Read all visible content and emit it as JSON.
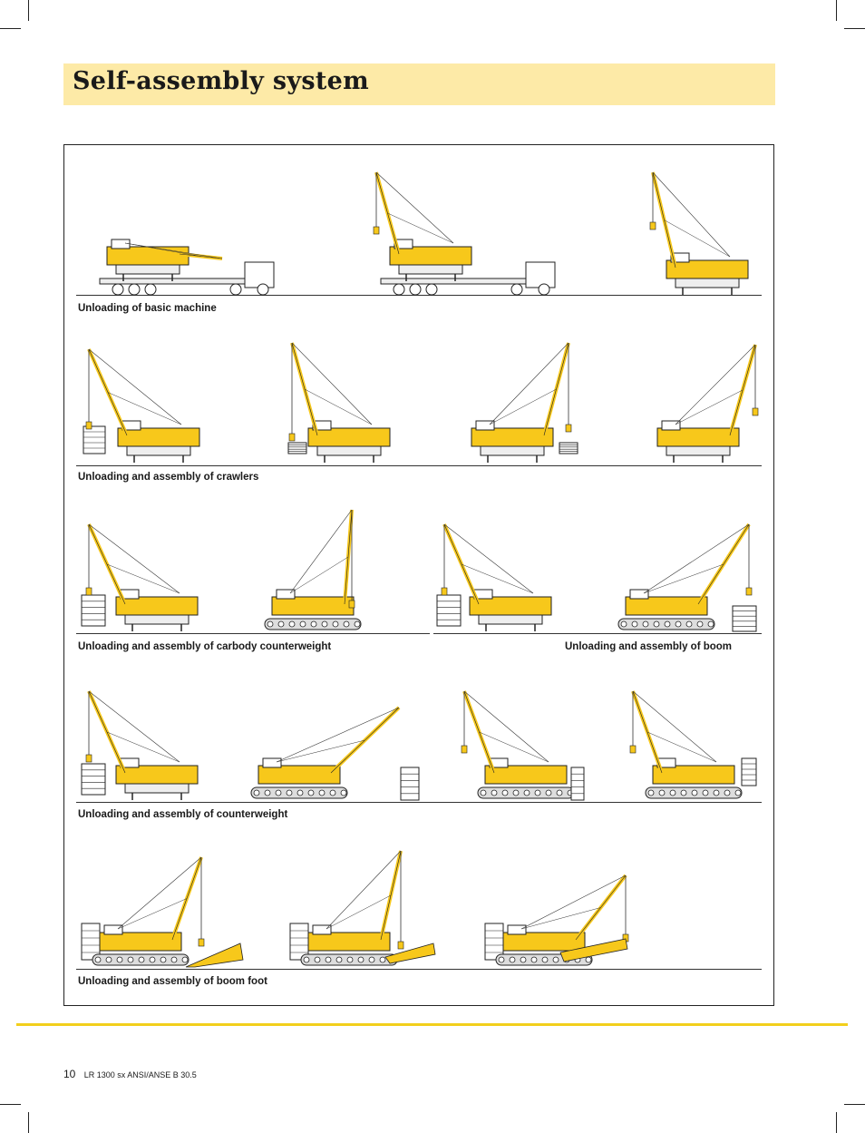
{
  "page": {
    "title": "Self-assembly system",
    "page_number": "10",
    "document_ref": "LR 1300 sx  ANSI/ANSE B 30.5",
    "accent_color": "#f2cf1c",
    "title_band_color": "#fdeaa7",
    "crane_color": "#f7c81b"
  },
  "captions": {
    "basic_machine": "Unloading of basic machine",
    "crawlers": "Unloading and assembly of crawlers",
    "carbody_cw": "Unloading and assembly of carbody counterweight",
    "boom": "Unloading and assembly of boom",
    "counterweight": "Unloading and assembly of counterweight",
    "boom_foot": "Unloading and assembly of boom foot"
  }
}
